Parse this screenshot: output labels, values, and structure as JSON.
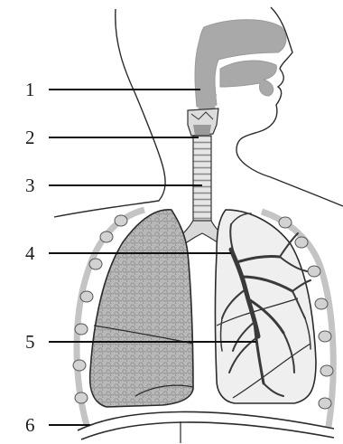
{
  "labels": [
    {
      "number": "1"
    },
    {
      "number": "2"
    },
    {
      "number": "3"
    },
    {
      "number": "4"
    },
    {
      "number": "5"
    },
    {
      "number": "6"
    }
  ],
  "colors": {
    "cavity_gray": "#a9a9a9",
    "outline": "#2b2b2b",
    "pleura_outer": "#c8c8c8",
    "lung_left_fill": "#b7b7b7",
    "lung_right_fill": "#efefef",
    "background": "#ffffff"
  }
}
